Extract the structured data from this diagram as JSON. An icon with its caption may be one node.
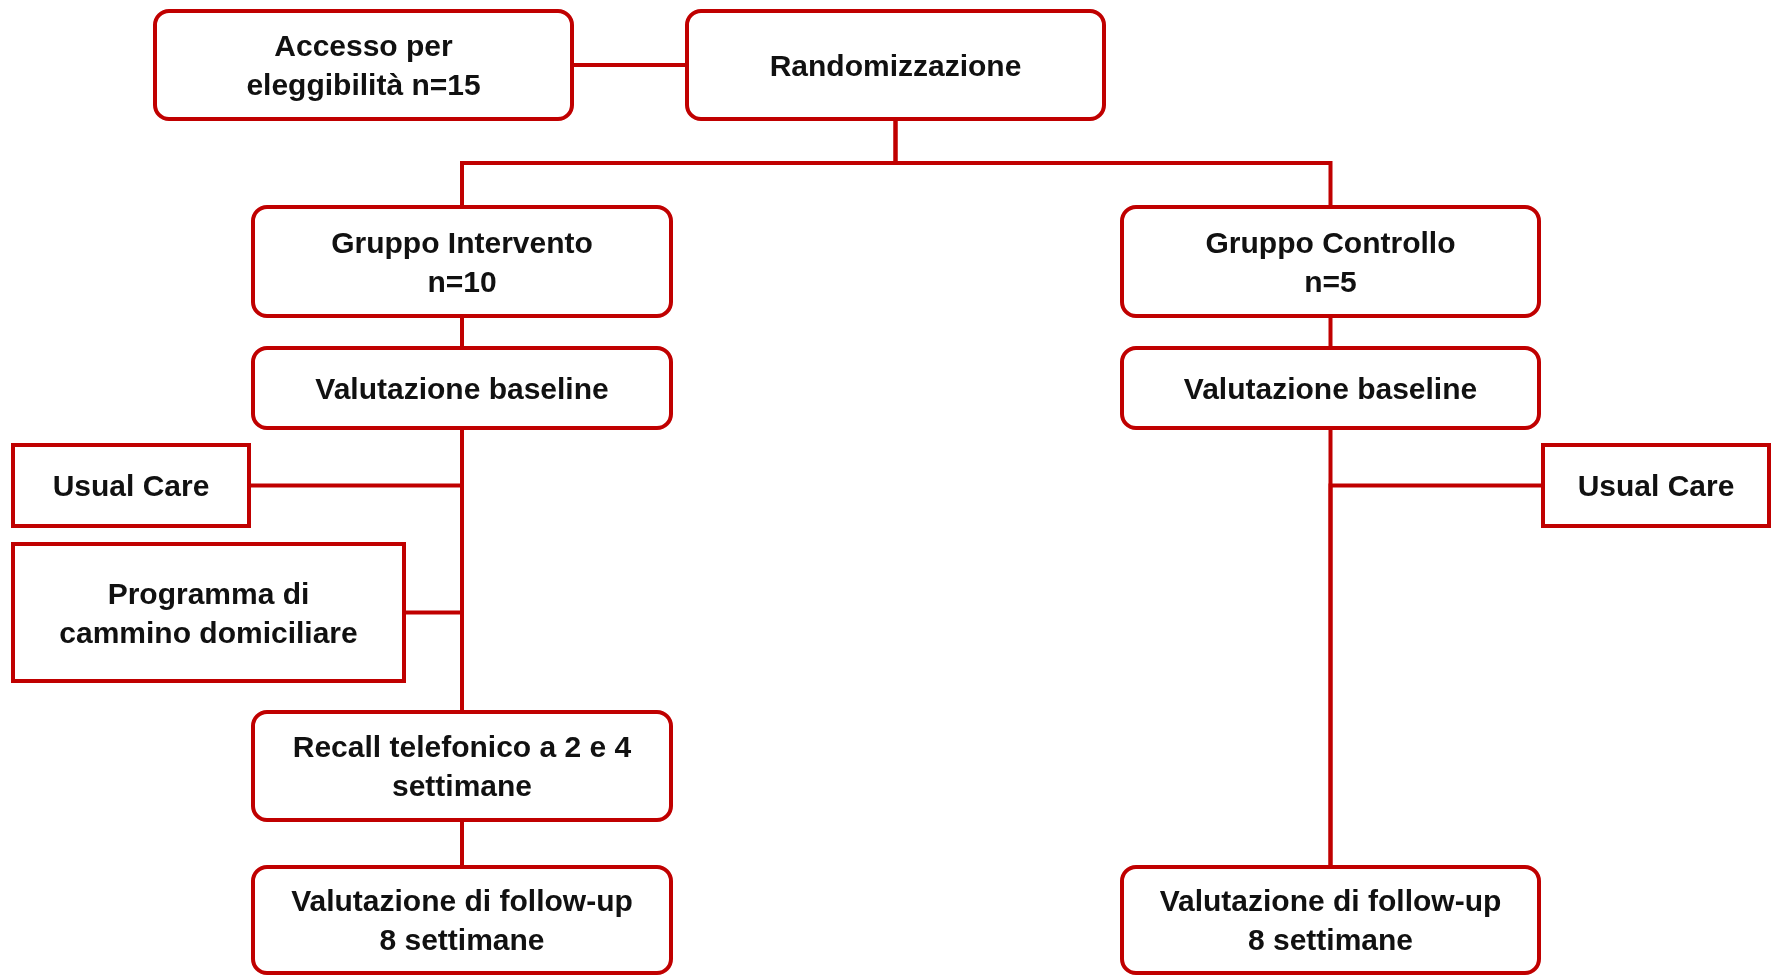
{
  "diagram": {
    "nodes": [
      {
        "text": [
          "Accesso per eleggibilità n=15"
        ]
      },
      {
        "text": [
          "Randomizzazione"
        ]
      },
      {
        "text": [
          "Gruppo Intervento n=10"
        ]
      },
      {
        "text": [
          "Gruppo Controllo n=5"
        ]
      },
      {
        "text": [
          "Valutazione baseline"
        ]
      },
      {
        "text": [
          "Valutazione baseline"
        ]
      },
      {
        "text": [
          "Usual Care"
        ]
      },
      {
        "text": [
          "Programma di cammino domiciliare"
        ]
      },
      {
        "text": [
          "Usual Care"
        ]
      },
      {
        "text": [
          "Recall telefonico a 2 e 4 settimane"
        ]
      },
      {
        "text": [
          "Valutazione di follow-up 8 settimane"
        ]
      },
      {
        "text": [
          "Valutazione di follow-up 8 settimane"
        ]
      }
    ],
    "edges": [
      {
        "from": 0,
        "to": 1,
        "arrow": "none"
      },
      {
        "from": 1,
        "to": 2,
        "arrow": "none"
      },
      {
        "from": 1,
        "to": 3,
        "arrow": "none"
      },
      {
        "from": 2,
        "to": 4,
        "arrow": "none"
      },
      {
        "from": 3,
        "to": 5,
        "arrow": "none"
      },
      {
        "from": 4,
        "to": 9,
        "arrow": "none"
      },
      {
        "from": 6,
        "to": 9,
        "arrow": "none"
      },
      {
        "from": 7,
        "to": 9,
        "arrow": "none"
      },
      {
        "from": 5,
        "to": 11,
        "arrow": "none"
      },
      {
        "from": 8,
        "to": 11,
        "arrow": "none"
      },
      {
        "from": 9,
        "to": 10,
        "arrow": "none"
      }
    ]
  }
}
